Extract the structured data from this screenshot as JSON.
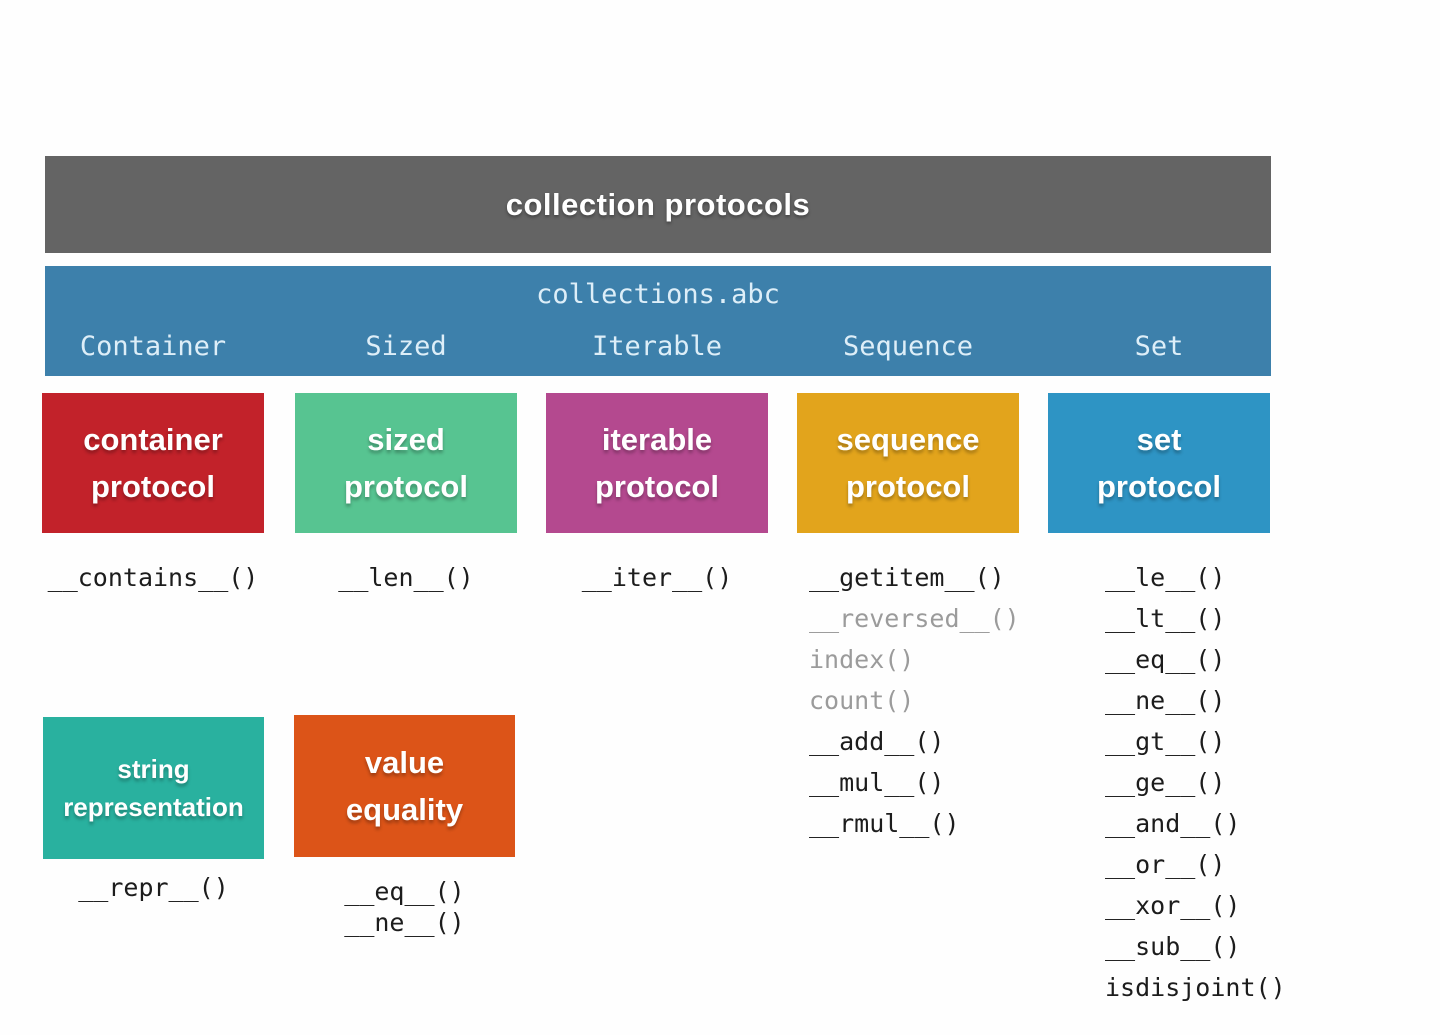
{
  "header": {
    "title": "collection protocols",
    "background": "#646464"
  },
  "abc_banner": {
    "module": "collections.abc",
    "background": "#3d80ab",
    "text_color": "#ddeef8",
    "columns": [
      {
        "label": "Container"
      },
      {
        "label": "Sized"
      },
      {
        "label": "Iterable"
      },
      {
        "label": "Sequence"
      },
      {
        "label": "Set"
      }
    ]
  },
  "protocols": [
    {
      "id": "container",
      "line1": "container",
      "line2": "protocol",
      "color": "#c2222a",
      "methods": [
        {
          "name": "__contains__()",
          "muted": false
        }
      ]
    },
    {
      "id": "sized",
      "line1": "sized",
      "line2": "protocol",
      "color": "#57c491",
      "methods": [
        {
          "name": "__len__()",
          "muted": false
        }
      ]
    },
    {
      "id": "iterable",
      "line1": "iterable",
      "line2": "protocol",
      "color": "#b4498f",
      "methods": [
        {
          "name": "__iter__()",
          "muted": false
        }
      ]
    },
    {
      "id": "sequence",
      "line1": "sequence",
      "line2": "protocol",
      "color": "#e2a41c",
      "methods": [
        {
          "name": "__getitem__()",
          "muted": false
        },
        {
          "name": "__reversed__()",
          "muted": true
        },
        {
          "name": "index()",
          "muted": true
        },
        {
          "name": "count()",
          "muted": true
        },
        {
          "name": "__add__()",
          "muted": false
        },
        {
          "name": "__mul__()",
          "muted": false
        },
        {
          "name": "__rmul__()",
          "muted": false
        }
      ]
    },
    {
      "id": "set",
      "line1": "set",
      "line2": "protocol",
      "color": "#2e94c4",
      "methods": [
        {
          "name": "__le__()",
          "muted": false
        },
        {
          "name": "__lt__()",
          "muted": false
        },
        {
          "name": "__eq__()",
          "muted": false
        },
        {
          "name": "__ne__()",
          "muted": false
        },
        {
          "name": "__gt__()",
          "muted": false
        },
        {
          "name": "__ge__()",
          "muted": false
        },
        {
          "name": "__and__()",
          "muted": false
        },
        {
          "name": "__or__()",
          "muted": false
        },
        {
          "name": "__xor__()",
          "muted": false
        },
        {
          "name": "__sub__()",
          "muted": false
        },
        {
          "name": "isdisjoint()",
          "muted": false
        }
      ]
    }
  ],
  "extras": [
    {
      "id": "string-representation",
      "line1": "string",
      "line2": "representation",
      "color": "#29b19f",
      "methods": [
        {
          "name": "__repr__()",
          "muted": false
        }
      ]
    },
    {
      "id": "value-equality",
      "line1": "value",
      "line2": "equality",
      "color": "#dc5418",
      "methods": [
        {
          "name": "__eq__()",
          "muted": false
        },
        {
          "name": "__ne__()",
          "muted": false
        }
      ]
    }
  ],
  "style_colors": {
    "method_text": "#1c1c1c",
    "muted_method_text": "#9b9b9b",
    "page_background": "#fefefe"
  }
}
